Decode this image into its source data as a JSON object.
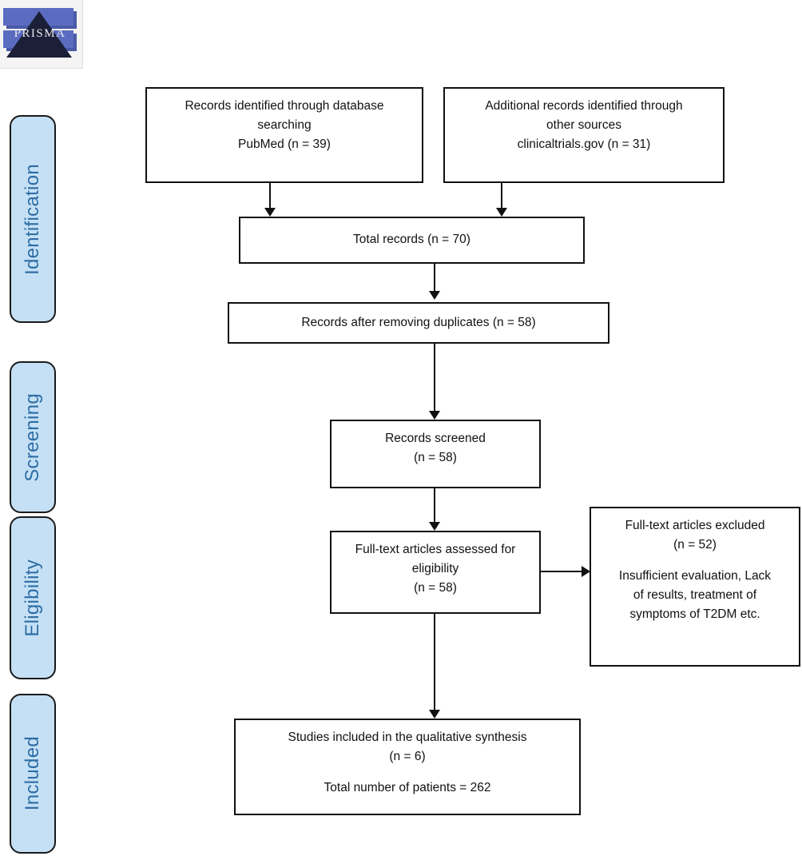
{
  "diagram": {
    "type": "prisma-flow-diagram",
    "logo": {
      "alt": "PRISMA",
      "wordmark": "PRISMA"
    },
    "stages": [
      {
        "label": "Identification"
      },
      {
        "label": "Screening"
      },
      {
        "label": "Eligibility"
      },
      {
        "label": "Included"
      }
    ],
    "boxes": {
      "database_search": {
        "lines": [
          "Records identified through database",
          "searching",
          "PubMed (n = 39)"
        ]
      },
      "other_sources": {
        "lines": [
          "Additional records identified through",
          "other sources",
          "clinicaltrials.gov (n = 31)"
        ]
      },
      "total_records": {
        "lines": [
          "Total records (n = 70)"
        ]
      },
      "after_duplicates": {
        "lines": [
          "Records after removing duplicates (n = 58)"
        ]
      },
      "records_screened": {
        "lines": [
          "Records screened",
          "(n = 58)"
        ]
      },
      "fulltext_assessed": {
        "lines": [
          "Full-text articles assessed for",
          "eligibility",
          "(n = 58)"
        ]
      },
      "fulltext_excluded": {
        "lines": [
          "Full-text articles excluded",
          "(n = 52)",
          "",
          "Insufficient evaluation, Lack",
          "of results, treatment of",
          "symptoms of T2DM etc."
        ]
      },
      "studies_included": {
        "lines": [
          "Studies included in the qualitative synthesis",
          "(n = 6)",
          "",
          "Total number of patients = 262"
        ]
      }
    },
    "counts": {
      "pubmed_records": 39,
      "clinicaltrials_records": 31,
      "total_records": 70,
      "after_duplicates": 58,
      "screened": 58,
      "fulltext_assessed": 58,
      "fulltext_excluded": 52,
      "studies_included": 6,
      "total_patients": 262
    },
    "colors": {
      "stage_fill": "#c5e0f5",
      "stage_text": "#2e6da4",
      "stage_border": "#1a1a1a",
      "box_border": "#111111",
      "box_fill": "#ffffff",
      "arrow": "#111111",
      "logo_blue": "#4a5aa8",
      "logo_dark": "#1b1f38"
    }
  }
}
